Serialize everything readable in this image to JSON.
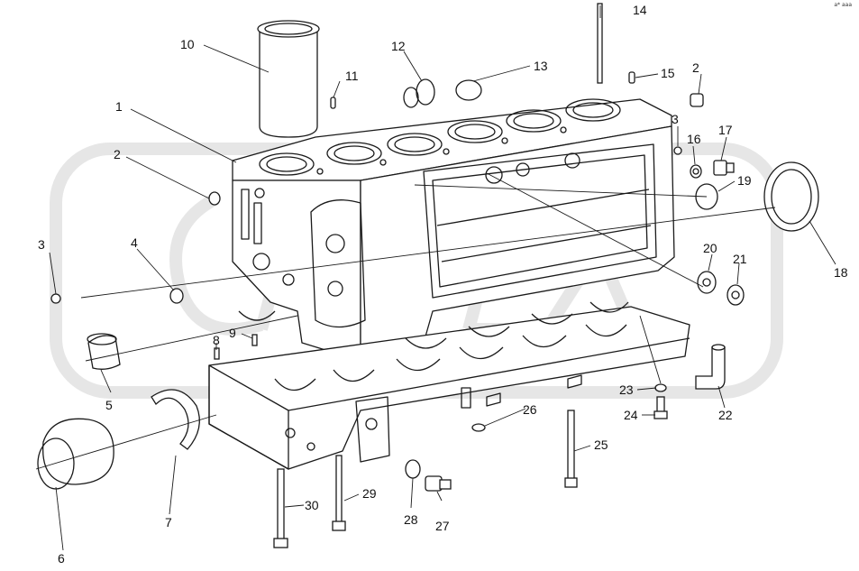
{
  "figure": {
    "corner_code": "a* aaa"
  },
  "callouts": [
    "1",
    "2",
    "2",
    "3",
    "3",
    "4",
    "5",
    "6",
    "7",
    "8",
    "9",
    "10",
    "11",
    "12",
    "13",
    "14",
    "15",
    "16",
    "17",
    "18",
    "19",
    "20",
    "21",
    "22",
    "23",
    "24",
    "25",
    "26",
    "27",
    "28",
    "29",
    "30"
  ],
  "colors": {
    "line": "#1a1a1a",
    "watermark": "#e6e6e6",
    "background": "#ffffff"
  }
}
